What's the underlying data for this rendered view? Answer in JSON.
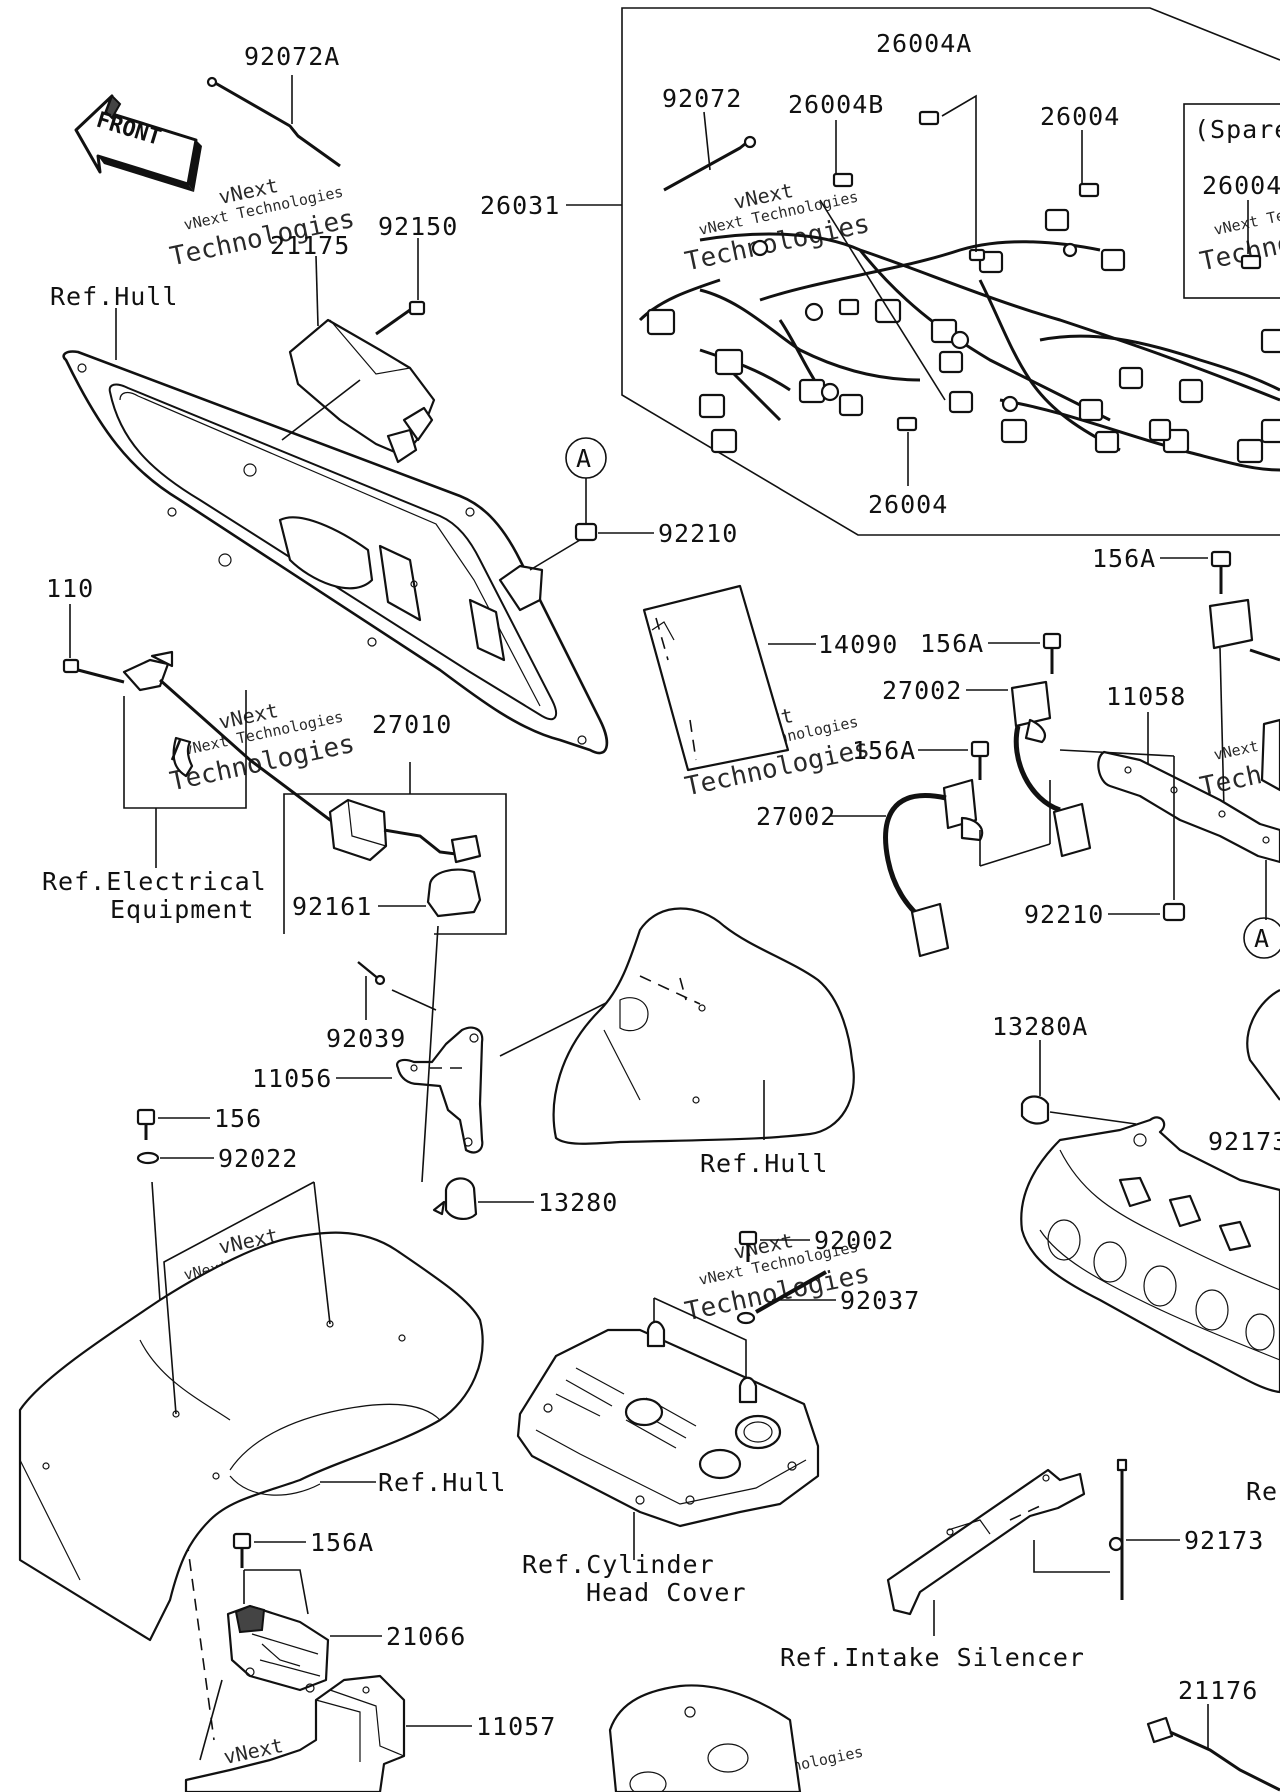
{
  "diagram": {
    "watermark": {
      "line1": "vNext Technologies",
      "line2": "Technologies",
      "tag": "vNext"
    },
    "front_arrow_text": "FRONT",
    "reference_marker": "A",
    "spare_box_label": "(Spare",
    "labels": {
      "p92072A": "92072A",
      "p92072": "92072",
      "p26004A": "26004A",
      "p26004B": "26004B",
      "p26004_top": "26004",
      "p26004_spare": "26004",
      "p26004_bottom": "26004",
      "p26031": "26031",
      "p92150": "92150",
      "p21175": "21175",
      "ref_hull_1": "Ref.Hull",
      "p92210_top": "92210",
      "p110": "110",
      "p14090": "14090",
      "p156A_right_top": "156A",
      "p156A_mid": "156A",
      "p156A_lower": "156A",
      "p27002_top": "27002",
      "p27002_bottom": "27002",
      "p11058": "11058",
      "p27010": "27010",
      "ref_elec_1": "Ref.Electrical",
      "ref_elec_2": "Equipment",
      "p92161": "92161",
      "p92210_bottom": "92210",
      "p92039": "92039",
      "p11056": "11056",
      "p13280A": "13280A",
      "p156": "156",
      "p92022": "92022",
      "ref_hull_2": "Ref.Hull",
      "p92173_right": "92173",
      "p13280": "13280",
      "p92002": "92002",
      "p92037": "92037",
      "ref_hull_3": "Ref.Hull",
      "p156A_bottom": "156A",
      "ref_cyl_1": "Ref.Cylinder",
      "ref_cyl_2": "Head Cover",
      "p92173_bottom": "92173",
      "ref_right": "Re",
      "p21066": "21066",
      "ref_intake": "Ref.Intake Silencer",
      "p11057": "11057",
      "p21176": "21176"
    }
  }
}
